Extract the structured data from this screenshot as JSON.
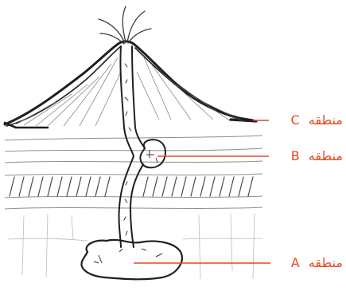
{
  "diagram": {
    "zones": [
      {
        "letter": "C",
        "word": "منطقه"
      },
      {
        "letter": "B",
        "word": "منطقه"
      },
      {
        "letter": "A",
        "word": "منطقه"
      }
    ],
    "colors": {
      "ink": "#2a2a2a",
      "lava": "#e8461e",
      "paper": "#ffffff",
      "hatch": "#8a8a8a"
    }
  }
}
